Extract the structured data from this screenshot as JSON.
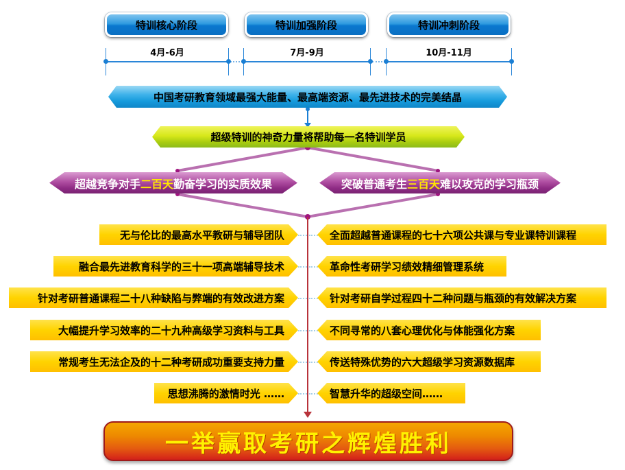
{
  "stages": [
    {
      "label": "特训核心阶段",
      "period": "4月-6月"
    },
    {
      "label": "特训加强阶段",
      "period": "7月-9月"
    },
    {
      "label": "特训冲刺阶段",
      "period": "10月-11月"
    }
  ],
  "top_banner": "中国考研教育领域最强大能量、最高端资源、最先进技术的完美结晶",
  "second_banner": "超级特训的神奇力量将帮助每一名特训学员",
  "branches": {
    "left": {
      "before": "超越竞争对手",
      "highlight": "二百天",
      "after": "勤奋学习的实质效果"
    },
    "right": {
      "before": "突破普通考生",
      "highlight": "三百天",
      "after": "难以攻克的学习瓶颈"
    }
  },
  "left_items": [
    "无与伦比的最高水平教研与辅导团队",
    "融合最先进教育科学的三十一项高端辅导技术",
    "针对考研普通课程二十八种缺陷与弊端的有效改进方案",
    "大幅提升学习效率的二十九种高级学习资料与工具",
    "常规考生无法企及的十二种考研成功重要支持力量",
    "思想沸腾的激情时光 ……"
  ],
  "right_items": [
    "全面超越普通课程的七十六项公共课与专业课特训课程",
    "革命性考研学习绩效精细管理系统",
    "针对考研自学过程四十二种问题与瓶颈的有效解决方案",
    "不同寻常的八套心理优化与体能强化方案",
    "传送特殊优势的六大超级学习资源数据库",
    "智慧升华的超级空间……"
  ],
  "final_banner": "一举赢取考研之辉煌胜利",
  "colors": {
    "stage_blue": "#0a78cf",
    "top_banner_blue": "#169bdc",
    "second_banner_green": "#d7e81a",
    "branch_purple": "#8e2b84",
    "highlight_yellow": "#ffe700",
    "item_yellow": "#ffd300",
    "final_red": "#d3201a",
    "final_orange": "#f5a600",
    "center_line": "#b8323a"
  }
}
